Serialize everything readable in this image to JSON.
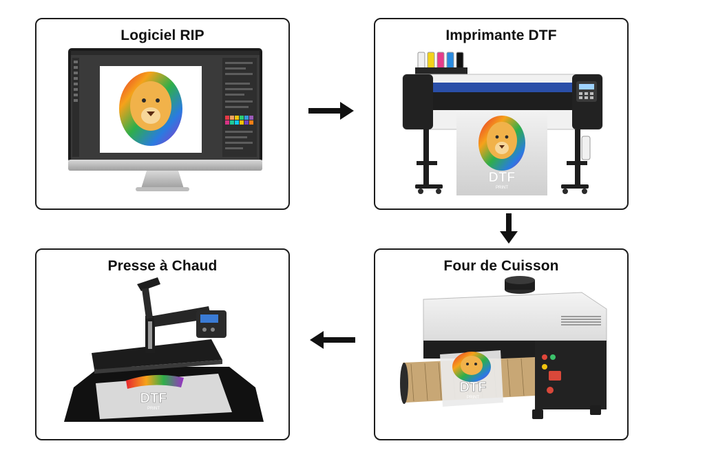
{
  "steps": {
    "rip": {
      "title": "Logiciel RIP",
      "icon": "monitor-icon"
    },
    "printer": {
      "title": "Imprimante DTF",
      "icon": "printer-icon",
      "sheet_brand": "DTF",
      "sheet_sub": "PRINT"
    },
    "oven": {
      "title": "Four de Cuisson",
      "icon": "curing-oven-icon",
      "sheet_brand": "DTF",
      "sheet_sub": "PRINT"
    },
    "press": {
      "title": "Presse à Chaud",
      "icon": "heat-press-icon",
      "sheet_brand": "DTF",
      "sheet_sub": "PRINT"
    }
  },
  "flow": [
    "rip",
    "printer",
    "oven",
    "press"
  ],
  "colors": {
    "border": "#1c1c1c",
    "arrow": "#111111",
    "machine_dark": "#1e1e1e",
    "printer_accent": "#2a4fa8"
  }
}
